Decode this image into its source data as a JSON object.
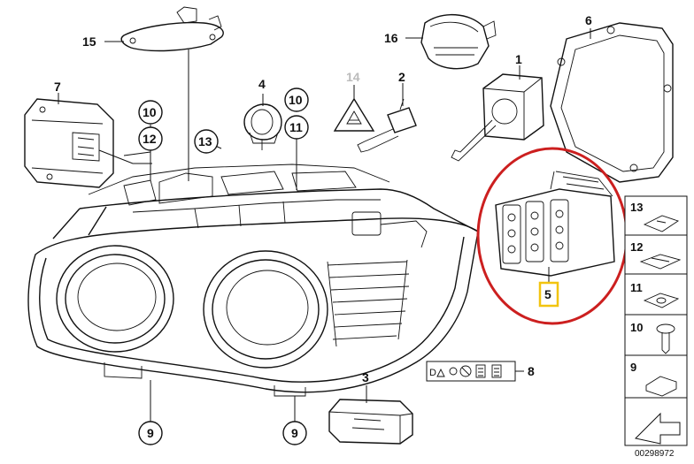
{
  "diagram": {
    "callouts": {
      "c1": "1",
      "c2": "2",
      "c3": "3",
      "c4": "4",
      "c5": "5",
      "c6": "6",
      "c7": "7",
      "c8": "8",
      "c9a": "9",
      "c9b": "9",
      "c10a": "10",
      "c10b": "10",
      "c11a": "11",
      "c12": "12",
      "c13": "13",
      "c14": "14",
      "c15": "15",
      "c16": "16"
    },
    "hardware_panel": {
      "items": [
        "13",
        "12",
        "11",
        "10",
        "9"
      ]
    },
    "diagram_code": "00298972",
    "colors": {
      "highlight_ring": "#cc1f1f",
      "highlight_box": "#f2c40f",
      "line": "#111111",
      "faded_label": "#bbbbbb"
    },
    "icons": {
      "warning_triangle": "warning-triangle-icon",
      "hazard_strip": "hazard-symbols-icon"
    }
  }
}
